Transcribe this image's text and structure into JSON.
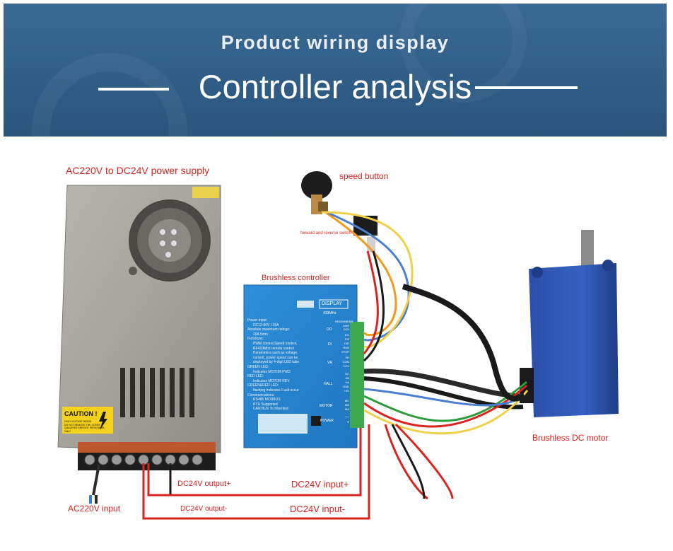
{
  "header": {
    "subtitle": "Product wiring display",
    "title": "Controller analysis",
    "title_prefix": "——",
    "accent_color": "#2f5d86"
  },
  "labels": {
    "power_supply": "AC220V to DC24V power supply",
    "speed_button": "speed button",
    "fr_switch": "forward and reverse switch",
    "controller": "Brushless controller",
    "motor": "Brushless DC motor",
    "dc_out_plus": "DC24V output+",
    "dc_in_plus": "DC24V input+",
    "ac_input": "AC220V input",
    "dc_out_minus": "DC24V output-",
    "dc_in_minus": "DC24V input-"
  },
  "psu": {
    "caution": "CAUTION !",
    "caution_sub1": "HIGH VOLTAGE INSIDE",
    "caution_sub2": "DO NOT REMOVE THE COVER",
    "caution_sub3": "QUALIFIED SERVICE PERSONNEL ONLY"
  },
  "controller": {
    "display": "DISPLAY",
    "power_input": "Power Input:",
    "power_value": "DC12-60V / 15A",
    "abs_max": "Absolute maximum ratings:",
    "abs_max_value": "20A 5min",
    "functions": "Functions:",
    "func1": "PWM control,Speed control,",
    "func2": "RF433Mhz remote control",
    "func3": "Parameters such as voltage,",
    "func4": "current, power speed can be",
    "func5": "displayed by 4-digit LED tube",
    "green_led": "GREEN LED:",
    "green_led_desc": "Indicates MOTOR FWD",
    "red_led": "RED LED:",
    "red_led_desc": "Indicates MOTOR REV",
    "greenred_led": "GREEN&RED LED:",
    "greenred_led_desc": "flashing Indicates Fault occur",
    "comms": "Communications:",
    "comms1": "RS485 MODBUS",
    "comms2": "RTU Supported",
    "comms3": "CAN BUS To Inherited",
    "freq": "433MHz",
    "group_do": "DO",
    "group_di": "DI",
    "group_vr": "VR",
    "group_hall": "HALL",
    "group_motor": "MOTOR",
    "group_power": "POWER",
    "pins_do": [
      "REDEMBEER",
      "LINE",
      "DO1"
    ],
    "pins_di": [
      "DI1",
      "DI2",
      "DIR",
      "RUN",
      "STOP"
    ],
    "pins_vr": [
      "VR",
      "COM",
      "+12V"
    ],
    "pins_hall": [
      "HC",
      "HB",
      "HA",
      "GND",
      "+5V"
    ],
    "pins_motor": [
      "MC",
      "MB",
      "MA"
    ],
    "pins_power": [
      "—",
      "+"
    ]
  }
}
